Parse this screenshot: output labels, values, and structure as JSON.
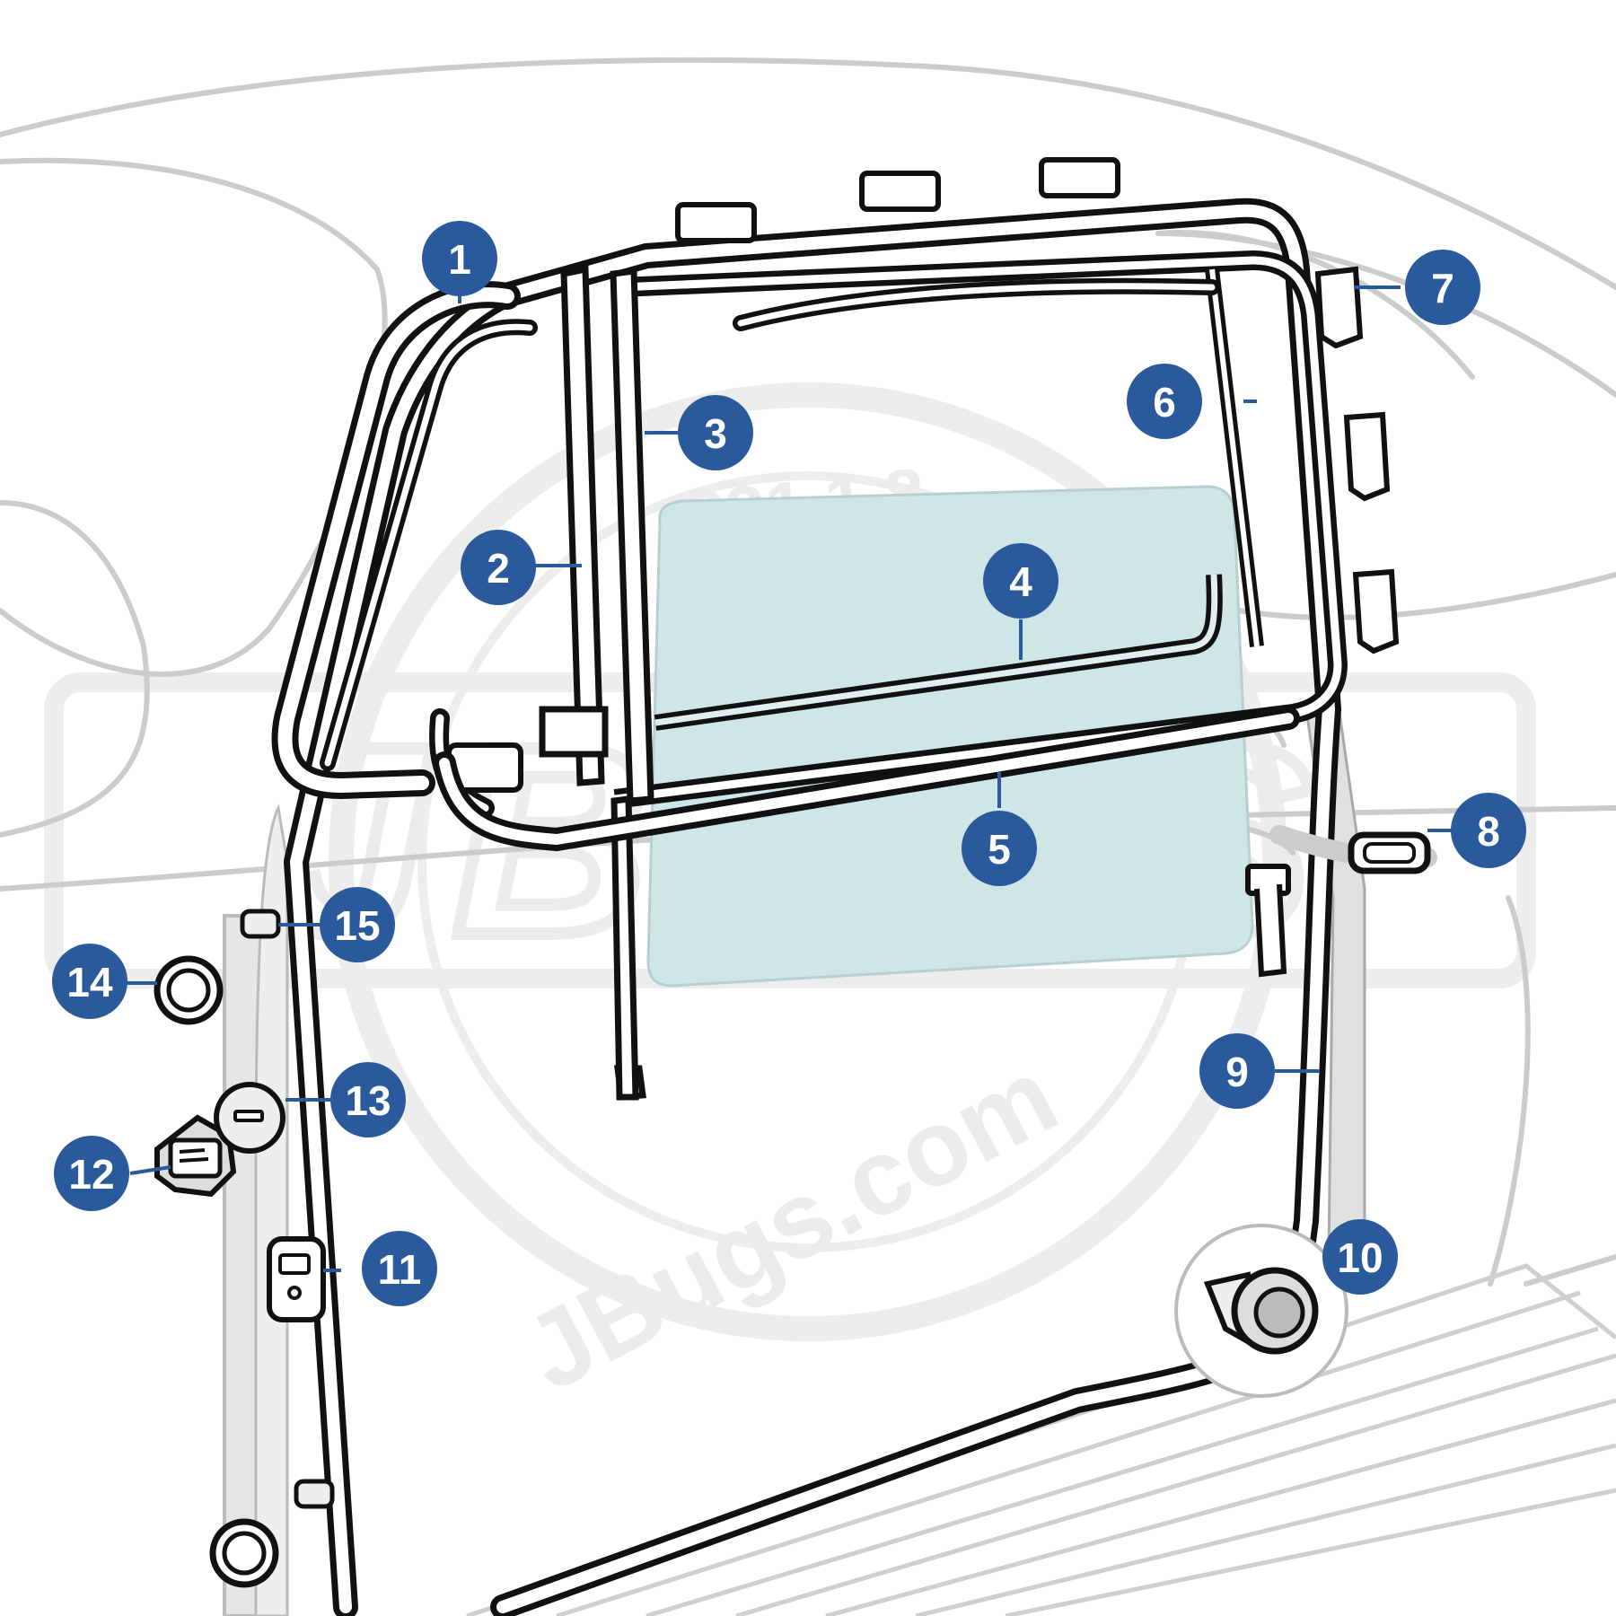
{
  "diagram": {
    "watermark": {
      "url": "JBugs.com",
      "phone": "231 1 8",
      "logo_letters": "JBUGS"
    },
    "colors": {
      "callout_fill": "#2a5a9c",
      "callout_text": "#ffffff",
      "outline": "#111111",
      "body_lines": "#c8c8c8",
      "glass": "#cfe6e6",
      "watermark": "#ececec"
    },
    "callouts": [
      {
        "id": "1",
        "label": "1",
        "part": "vent-wing-seal"
      },
      {
        "id": "2",
        "label": "2",
        "part": "vent-post-seal-front"
      },
      {
        "id": "3",
        "label": "3",
        "part": "vent-post-seal-rear"
      },
      {
        "id": "4",
        "label": "4",
        "part": "inner-window-scraper"
      },
      {
        "id": "5",
        "label": "5",
        "part": "outer-window-scraper"
      },
      {
        "id": "6",
        "label": "6",
        "part": "window-channel-seal"
      },
      {
        "id": "7",
        "label": "7",
        "part": "seal-retaining-clip"
      },
      {
        "id": "8",
        "label": "8",
        "part": "door-handle-gasket"
      },
      {
        "id": "9",
        "label": "9",
        "part": "door-seal"
      },
      {
        "id": "10",
        "label": "10",
        "part": "drain-grommet"
      },
      {
        "id": "11",
        "label": "11",
        "part": "door-check-gasket"
      },
      {
        "id": "12",
        "label": "12",
        "part": "wiring-grommet"
      },
      {
        "id": "13",
        "label": "13",
        "part": "round-plug"
      },
      {
        "id": "14",
        "label": "14",
        "part": "hinge-pin-cap-grommet"
      },
      {
        "id": "15",
        "label": "15",
        "part": "hinge-pin-cap"
      }
    ]
  }
}
